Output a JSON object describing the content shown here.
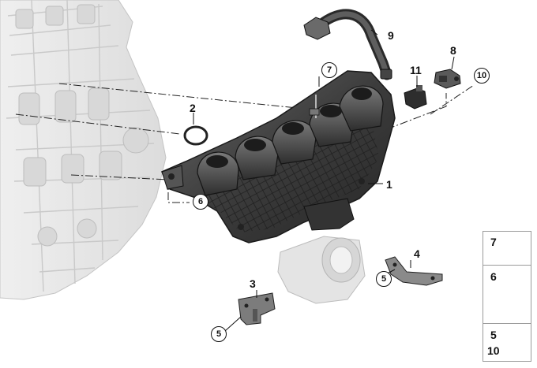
{
  "callouts": {
    "c1": "1",
    "c2": "2",
    "c3": "3",
    "c4": "4",
    "c5a": "5",
    "c5b": "5",
    "c6": "6",
    "c7": "7",
    "c8": "8",
    "c9": "9",
    "c10": "10",
    "c11": "11"
  },
  "legend": {
    "nut_label": "7",
    "bolt_label": "6",
    "screw_label_a": "5",
    "screw_label_b": "10"
  },
  "colors": {
    "manifold": "#3f3f3f",
    "engine_ghost": "#e6e6e6",
    "part_gray": "#5a5a5a",
    "legend_border": "#9a9a9a"
  }
}
